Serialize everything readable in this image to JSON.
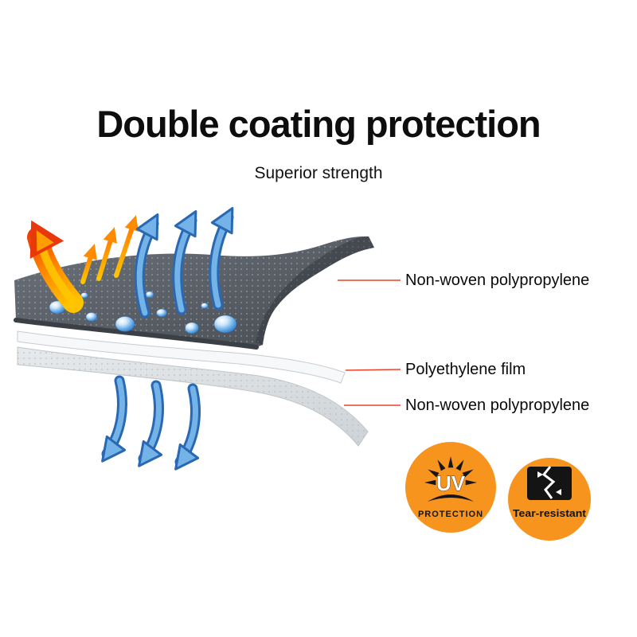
{
  "title": "Double coating protection",
  "subtitle": "Superior strength",
  "layer_labels": [
    {
      "text": "Non-woven polypropylene"
    },
    {
      "text": "Polyethylene film"
    },
    {
      "text": "Non-woven polypropylene"
    }
  ],
  "badges": {
    "uv": {
      "title": "UV",
      "subtitle": "PROTECTION"
    },
    "tear": {
      "label": "Tear-resistant"
    }
  },
  "colors": {
    "badge_orange": "#F7941E",
    "leader_line_red": "#E8432C",
    "arrow_blue_light": "#74B3E8",
    "arrow_blue_dark": "#2A69B2",
    "heat_red": "#E8380C",
    "heat_yellow": "#FFC400",
    "top_layer_gray": "#565B62",
    "bottom_layer_gray": "#DCDFE2",
    "droplet_blue": "#1B66B8",
    "text_black": "#0D0D0D"
  }
}
